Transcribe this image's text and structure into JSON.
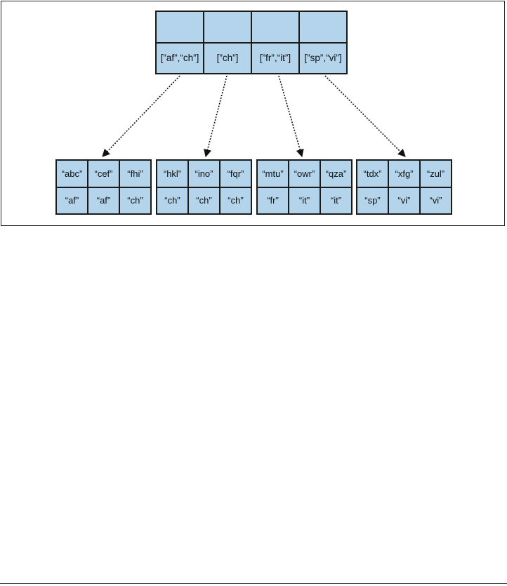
{
  "parent_node": {
    "keys": [
      "",
      "",
      "",
      ""
    ],
    "pointers": [
      "[”af”,“ch”]",
      "[”ch”]",
      "[”fr”,“it”]",
      "[”sp”,“vi”]"
    ]
  },
  "leaf_nodes": [
    {
      "keys": [
        "“abc”",
        "“cef”",
        "“fhi”"
      ],
      "values": [
        "“af”",
        "“af”",
        "“ch”"
      ]
    },
    {
      "keys": [
        "“hkl”",
        "“ino”",
        "“fqr”"
      ],
      "values": [
        "“ch”",
        "“ch”",
        "“ch”"
      ]
    },
    {
      "keys": [
        "“mtu”",
        "“owr”",
        "“qza”"
      ],
      "values": [
        "“fr”",
        "“it”",
        "“it”"
      ]
    },
    {
      "keys": [
        "“tdx”",
        "“xfg”",
        "“zul”"
      ],
      "values": [
        "“sp”",
        "“vi”",
        "“vi”"
      ]
    }
  ],
  "colors": {
    "cell_fill": "#b3d4ea",
    "cell_border": "#1a1a1a",
    "arrow": "#111111"
  }
}
